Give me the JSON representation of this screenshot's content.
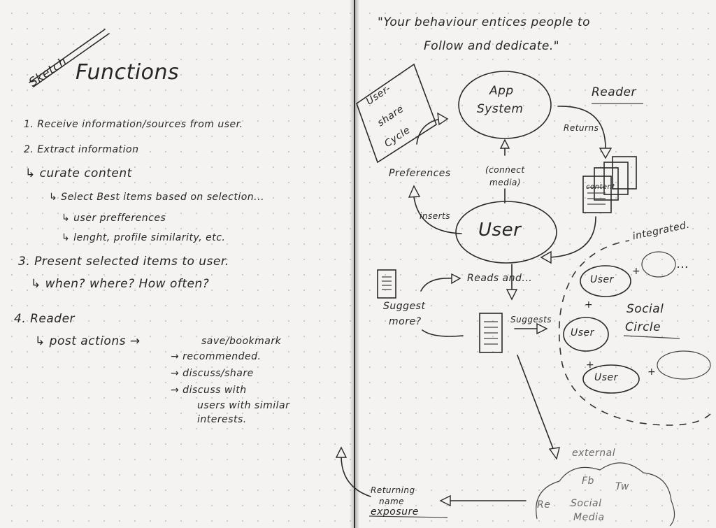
{
  "left_page": {
    "sketch_tag": "Sketch",
    "title": "Functions",
    "items": {
      "i1": "1. Receive information/sources from user.",
      "i2": "2. Extract information",
      "i2a": "↳ curate content",
      "i2b": "↳ Select Best items based on selection...",
      "i2c": "↳ user prefferences",
      "i2d": "↳ lenght, profile similarity, etc.",
      "i3": "3. Present selected items to user.",
      "i3a": "↳ when? where? How often?",
      "i4": "4. Reader",
      "i4a": "↳ post actions →",
      "i4b": "save/bookmark",
      "i4c": "→ recommended.",
      "i4d": "→ discuss/share",
      "i4e": "→ discuss with",
      "i4f": "users with similar",
      "i4g": "interests."
    }
  },
  "right_page": {
    "quote_line1": "\"Your behaviour entices people to",
    "quote_line2": "Follow and dedicate.\"",
    "user_share_cycle_1": "User-",
    "user_share_cycle_2": "share",
    "user_share_cycle_3": "Cycle",
    "app_system_1": "App",
    "app_system_2": "System",
    "reader": "Reader",
    "returns": "Returns",
    "content": "content",
    "preferences": "Preferences",
    "connect_media_1": "(connect",
    "connect_media_2": "media)",
    "inserts": "inserts",
    "user_main": "User",
    "reads_and": "Reads and...",
    "suggest_more_1": "Suggest",
    "suggest_more_2": "more?",
    "suggests": "Suggests",
    "integrated": "integrated.",
    "user_a": "User",
    "user_b": "User",
    "user_c": "User",
    "social_1": "Social",
    "social_2": "Circle",
    "ellipsis": "...",
    "plus": "+",
    "external": "external",
    "fb": "Fb",
    "tw": "Tw",
    "re": "Re",
    "social_media_1": "Social",
    "social_media_2": "Media",
    "returning_1": "Returning",
    "returning_2": "name",
    "returning_3": "exposure"
  }
}
